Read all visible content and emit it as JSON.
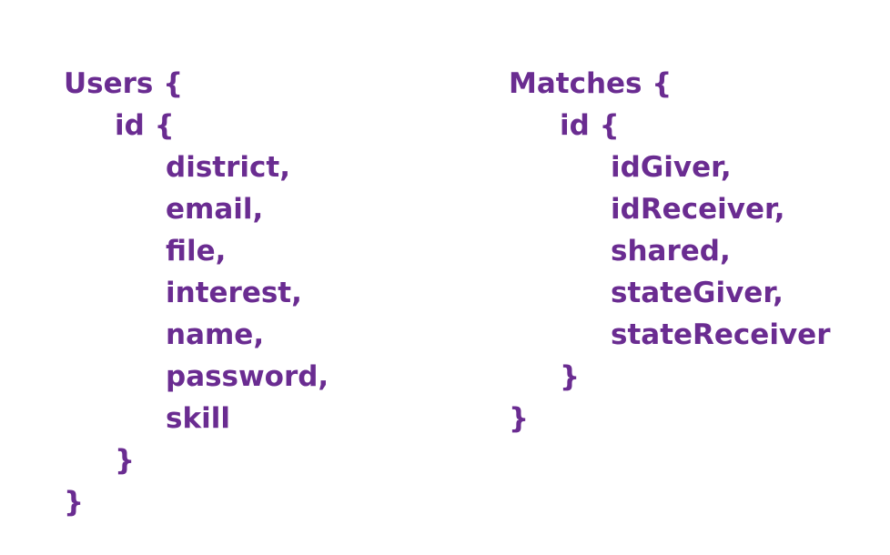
{
  "accent_color": "#6a2c91",
  "users": {
    "header": "Users {",
    "id_open": "id {",
    "fields": [
      "district,",
      "email,",
      "file,",
      "interest,",
      "name,",
      "password,",
      "skill"
    ],
    "id_close": "}",
    "close": "}"
  },
  "matches": {
    "header": "Matches {",
    "id_open": "id {",
    "fields": [
      "idGiver,",
      "idReceiver,",
      "shared,",
      "stateGiver,",
      "stateReceiver"
    ],
    "id_close": "}",
    "close": "}"
  }
}
